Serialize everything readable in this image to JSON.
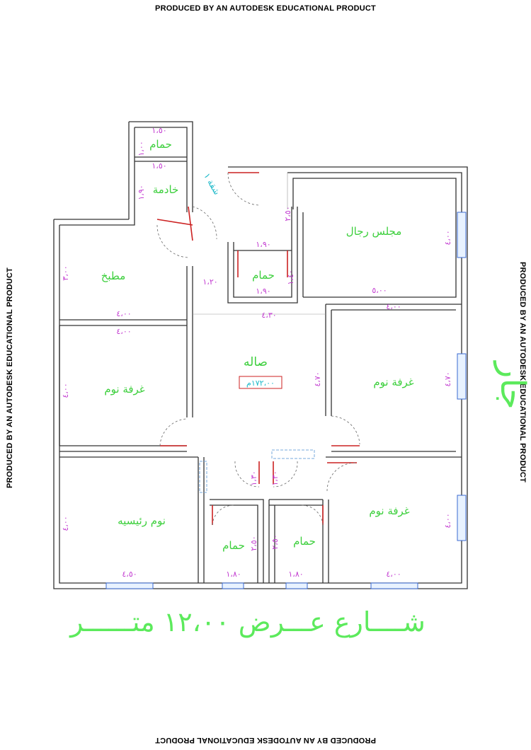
{
  "stamps": {
    "top": "PRODUCED BY AN AUTODESK EDUCATIONAL PRODUCT",
    "bottom": "PRODUCED BY AN AUTODESK EDUCATIONAL PRODUCT",
    "left": "PRODUCED BY AN AUTODESK EDUCATIONAL PRODUCT",
    "right": "PRODUCED BY AN AUTODESK EDUCATIONAL PRODUCT"
  },
  "rooms": {
    "bath_top": "حمام",
    "maid": "خادمة",
    "kitchen": "مطبخ",
    "men_majlis": "مجلس رجال",
    "bath_center": "حمام",
    "hall": "صاله",
    "hall_area": "١٧٢،٠٠م",
    "bed_left": "غرفة نوم",
    "bed_right": "غرفة نوم",
    "master_bed": "نوم رئيسيه",
    "bath_bottom_left": "حمام",
    "bath_bottom_right": "حمام",
    "bed_bottom_right": "غرفة نوم"
  },
  "dims": {
    "bath_top_w1": "١،٥٠",
    "bath_top_w2": "١،٥٠",
    "bath_top_h": "١،٠٠",
    "maid_h": "١،٩٠",
    "kitchen_h": "٣،٠٠",
    "kitchen_w": "٤،٠٠",
    "corr_w": "١،٢٠",
    "hall_w": "٤،٣٠",
    "bath_c_w1": "١،٩٠",
    "bath_c_w2": "١،٩٠",
    "bath_c_h": "١،٤٠",
    "stair_h": "٢،٥٠",
    "majlis_w": "٥،٠٠",
    "majlis_h": "٤،٠٠",
    "bed_l_w": "٤،٠٠",
    "bed_l_h": "٤،٠٠",
    "hall_h": "٤،٧٠",
    "bed_r_w": "٤،٠٠",
    "bed_r_h": "٤،٧٠",
    "master_h": "٤،٠٠",
    "master_w": "٤،٥٠",
    "lobby_h1": "١،٣٠",
    "lobby_h2": "١،٣٠",
    "bath_bl_h": "٢،٥٠",
    "bath_bl_w": "١،٨٠",
    "bath_br_h": "٢،٥٠",
    "bath_br_w": "١،٨٠",
    "bed_br_w": "٤،٠٠",
    "bed_br_h": "٤،٠٠",
    "entrance": "شقة ١"
  },
  "street_label": "شــــارع عـــرض ١٢،٠٠ متــــــر",
  "north_label": "جار"
}
